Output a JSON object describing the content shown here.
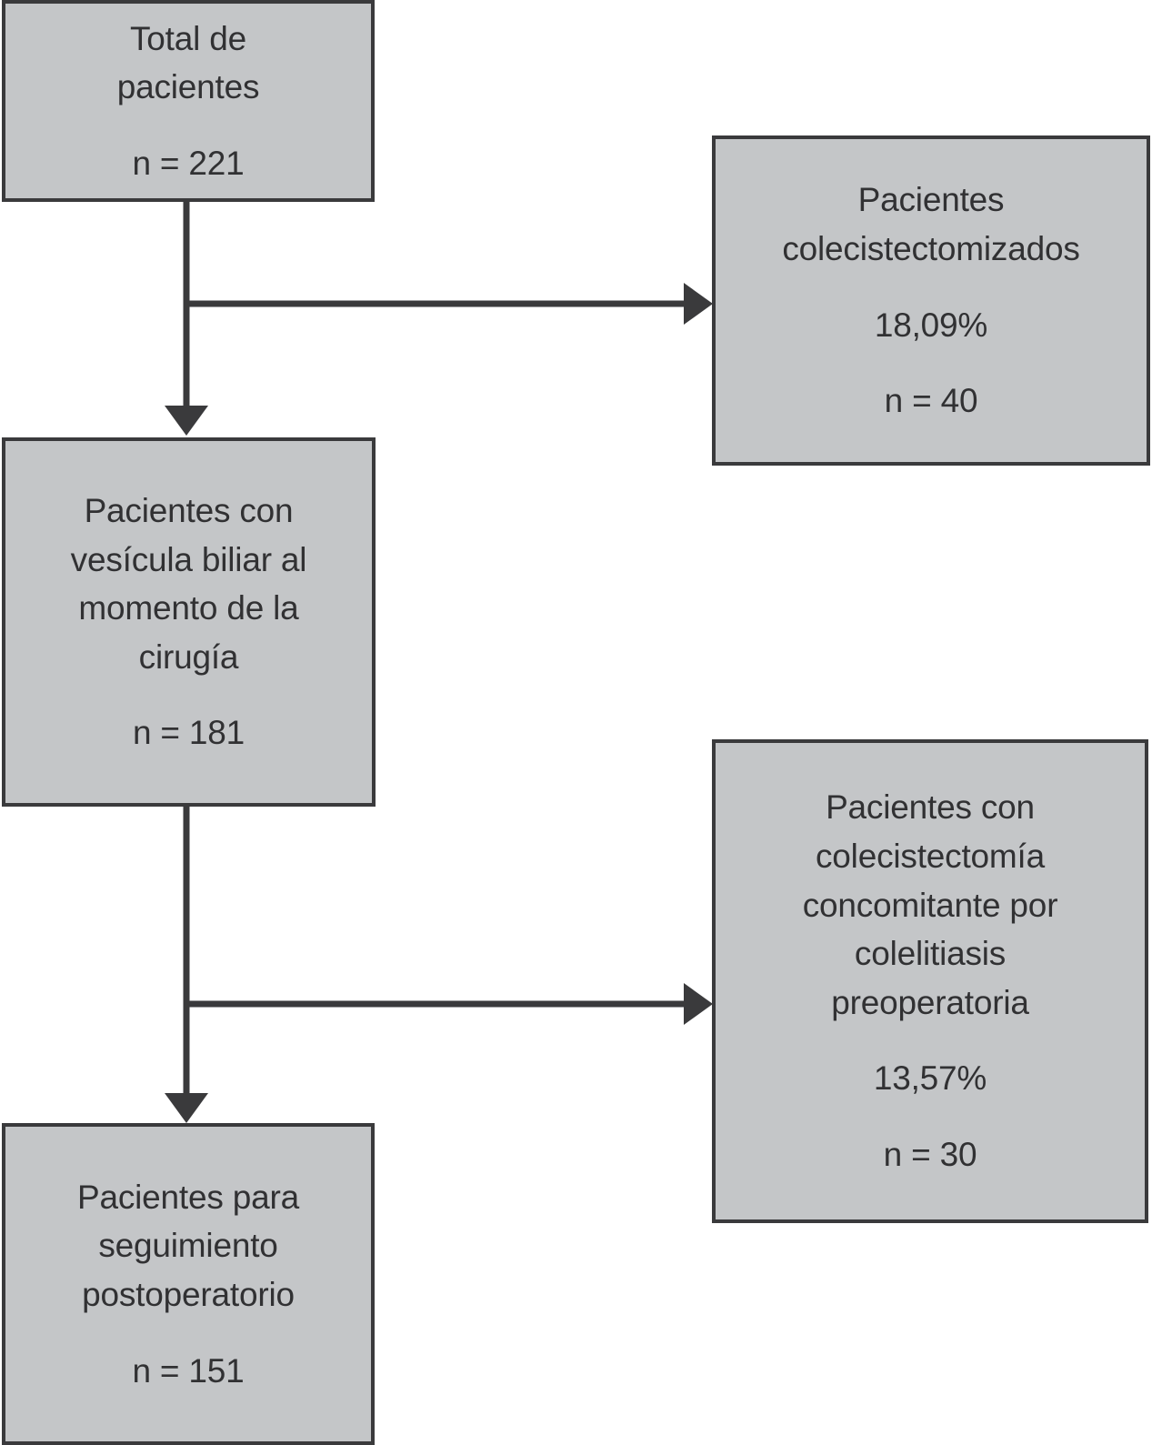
{
  "diagram": {
    "type": "flowchart",
    "orientation": "vertical-with-side-branches",
    "colors": {
      "node_fill": "#c4c6c8",
      "node_border": "#3a3a3c",
      "text": "#313133",
      "connector": "#3a3a3c",
      "background": "#ffffff"
    },
    "nodes": {
      "total": {
        "title": "Total de\npacientes",
        "count": "n = 221"
      },
      "gallbladder": {
        "title": "Pacientes con\nvesícula biliar al\nmomento de la\ncirugía",
        "count": "n = 181"
      },
      "followup": {
        "title": "Pacientes para\nseguimiento\npostoperatorio",
        "count": "n = 151"
      },
      "cholecystectomized": {
        "title": "Pacientes\ncolecistectomizados",
        "percent": "18,09%",
        "count": "n = 40"
      },
      "concomitant": {
        "title": "Pacientes con\ncolecistectomía\nconcomitante por\ncolelitiasis\npreoperatoria",
        "percent": "13,57%",
        "count": "n = 30"
      }
    },
    "edges": [
      {
        "from": "total",
        "to": "gallbladder",
        "kind": "arrow-down"
      },
      {
        "from": "total",
        "to": "cholecystectomized",
        "kind": "arrow-right"
      },
      {
        "from": "gallbladder",
        "to": "followup",
        "kind": "arrow-down"
      },
      {
        "from": "gallbladder",
        "to": "concomitant",
        "kind": "arrow-right"
      }
    ]
  }
}
